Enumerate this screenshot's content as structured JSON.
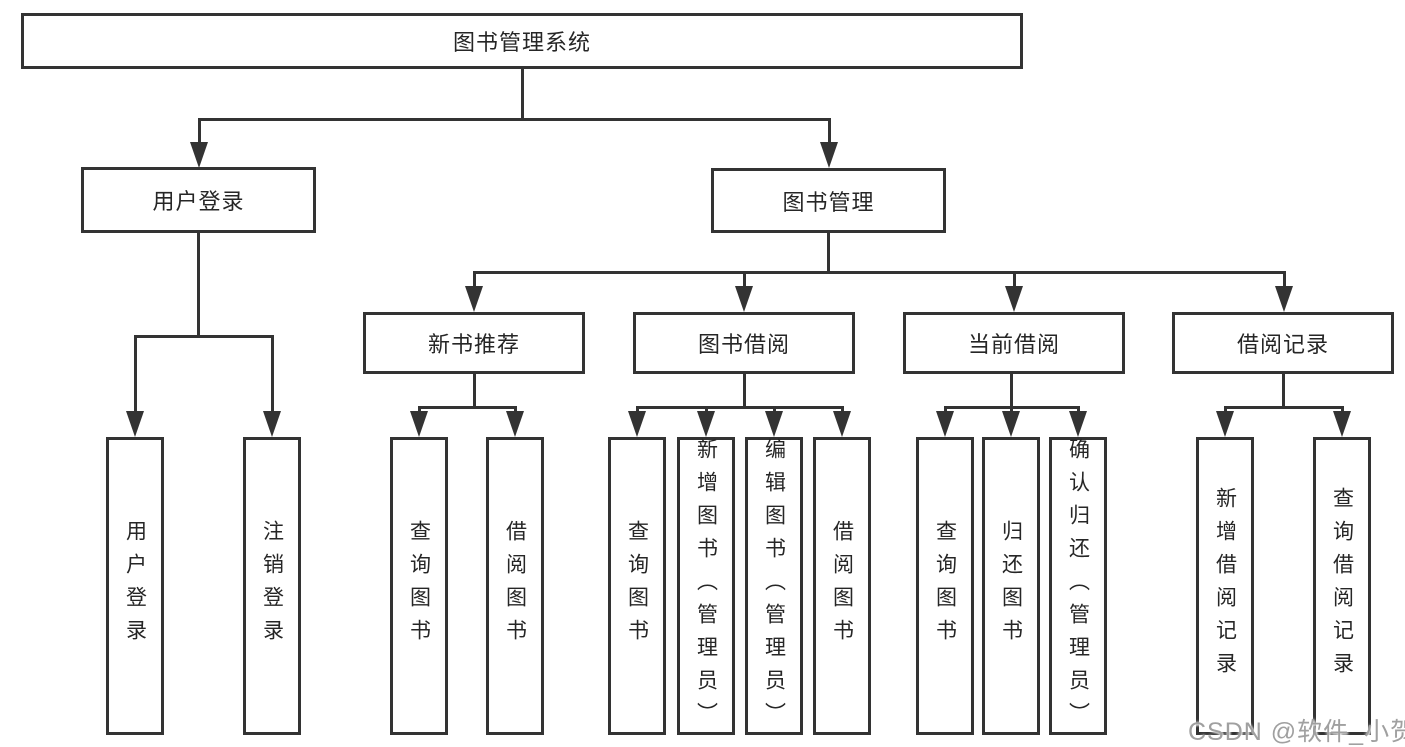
{
  "diagram": {
    "colors": {
      "line": "#333333",
      "text": "#262626",
      "background": "#ffffff",
      "watermark": "#a0a0a0"
    },
    "watermark": "CSDN @软件_小贺同学",
    "nodes": {
      "root": "图书管理系统",
      "user_login": "用户登录",
      "book_mgmt": "图书管理",
      "new_rec": "新书推荐",
      "book_borrow": "图书借阅",
      "current_borrow": "当前借阅",
      "borrow_records": "借阅记录",
      "leaf_user_login": "用户登录",
      "leaf_logout": "注销登录",
      "leaf_rec_query": "查询图书",
      "leaf_rec_borrow": "借阅图书",
      "leaf_bb_query": "查询图书",
      "leaf_bb_add": "新增图书（管理员）",
      "leaf_bb_edit": "编辑图书（管理员）",
      "leaf_bb_borrow": "借阅图书",
      "leaf_cb_query": "查询图书",
      "leaf_cb_return": "归还图书",
      "leaf_cb_confirm": "确认归还（管理员）",
      "leaf_br_add": "新增借阅记录",
      "leaf_br_query": "查询借阅记录"
    }
  }
}
